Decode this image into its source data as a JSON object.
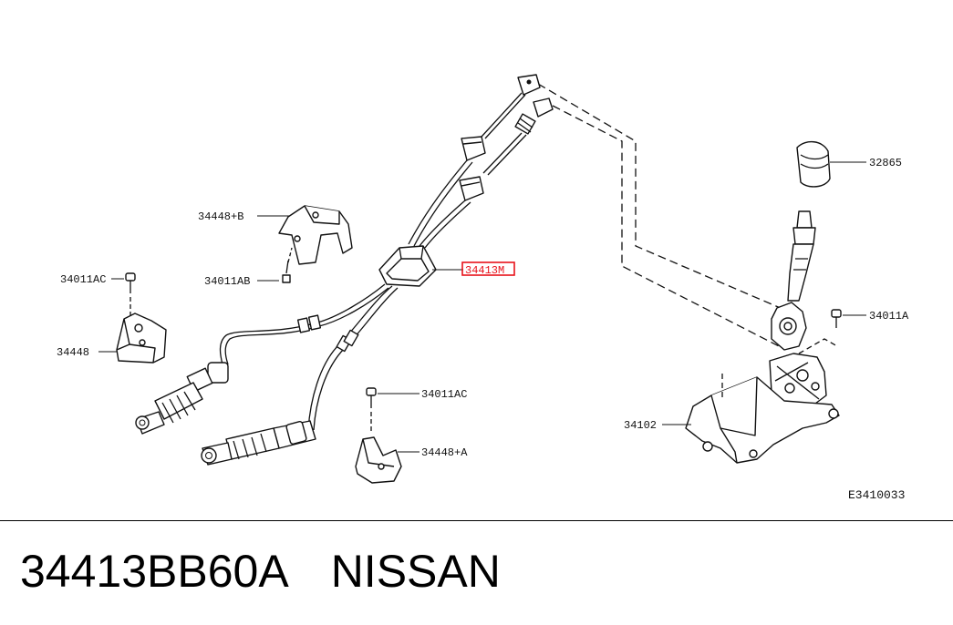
{
  "labels": {
    "shift_knob": "32865",
    "bracket_upper": "34448+B",
    "bolt_upper": "34011AB",
    "bolt_left": "34011AC",
    "bracket_left": "34448",
    "cable_assembly": "34413M",
    "bolt_right": "34011A",
    "bolt_lower": "34011AC",
    "bracket_lower": "34448+A",
    "control_device": "34102",
    "diagram_code": "E3410033"
  },
  "highlight_color": "#e8121b",
  "footer": {
    "part_number": "34413BB60A",
    "brand": "NISSAN"
  }
}
